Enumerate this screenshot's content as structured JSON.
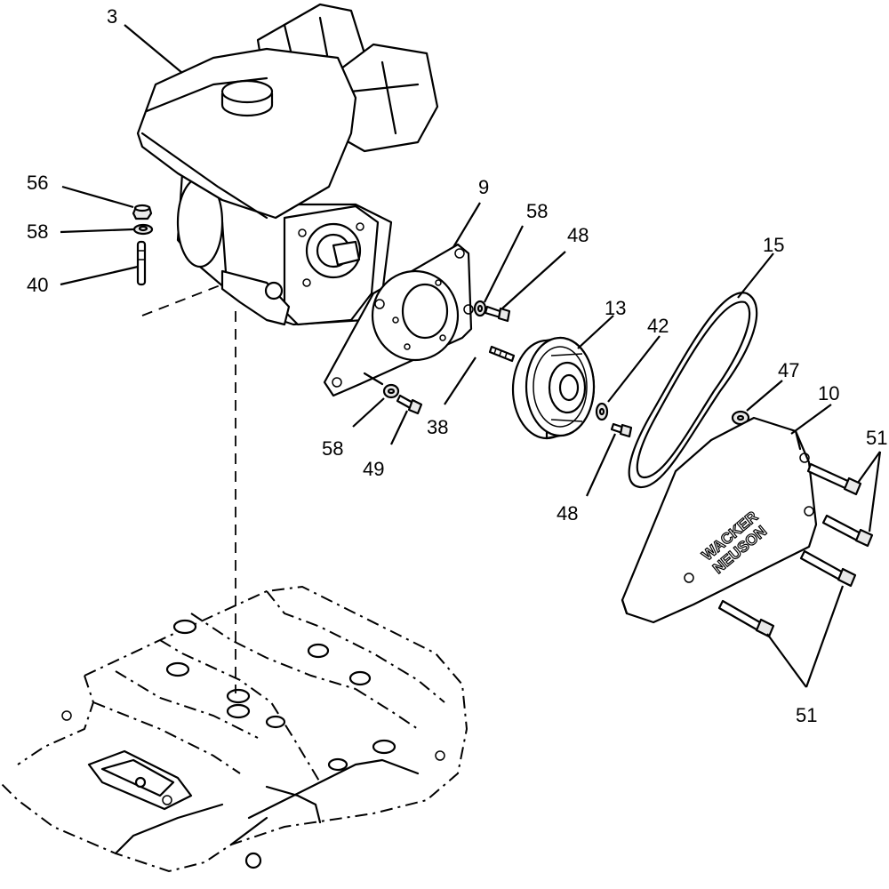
{
  "diagram": {
    "logo_line1": "WACKER",
    "logo_line2": "NEUSON",
    "callouts": [
      "3",
      "56",
      "58",
      "40",
      "9",
      "58",
      "48",
      "15",
      "13",
      "42",
      "47",
      "10",
      "51",
      "38",
      "58",
      "49",
      "48",
      "51"
    ]
  }
}
